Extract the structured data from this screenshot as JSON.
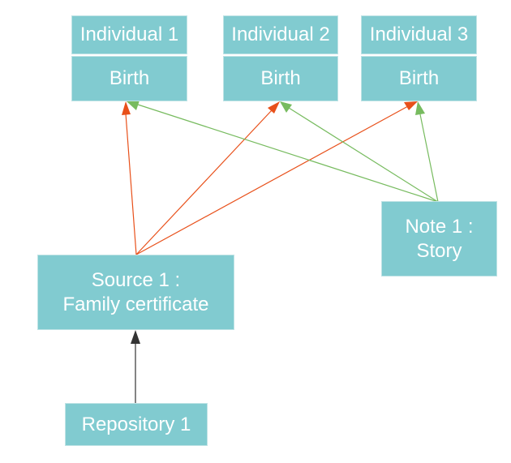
{
  "diagram": {
    "nodes": {
      "individual_1": {
        "label": "Individual 1"
      },
      "birth_1": {
        "label": "Birth"
      },
      "individual_2": {
        "label": "Individual 2"
      },
      "birth_2": {
        "label": "Birth"
      },
      "individual_3": {
        "label": "Individual 3"
      },
      "birth_3": {
        "label": "Birth"
      },
      "note_1": {
        "line1": "Note 1 :",
        "line2": "Story"
      },
      "source_1": {
        "line1": "Source 1 :",
        "line2": "Family certificate"
      },
      "repository_1": {
        "label": "Repository 1"
      }
    },
    "edges": [
      {
        "from": "source_1",
        "to": "birth_1",
        "color": "#e8501a"
      },
      {
        "from": "source_1",
        "to": "birth_2",
        "color": "#e8501a"
      },
      {
        "from": "source_1",
        "to": "birth_3",
        "color": "#e8501a"
      },
      {
        "from": "note_1",
        "to": "birth_1",
        "color": "#77bb5f"
      },
      {
        "from": "note_1",
        "to": "birth_2",
        "color": "#77bb5f"
      },
      {
        "from": "note_1",
        "to": "birth_3",
        "color": "#77bb5f"
      },
      {
        "from": "repository_1",
        "to": "source_1",
        "color": "#333333"
      }
    ],
    "colors": {
      "node_fill": "#81cbd0",
      "node_text": "#ffffff",
      "source_edge": "#e8501a",
      "note_edge": "#77bb5f",
      "repository_edge": "#333333"
    }
  }
}
